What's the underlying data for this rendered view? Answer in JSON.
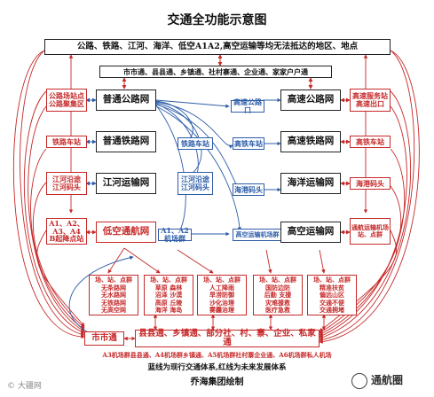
{
  "title": "交通全功能示意图",
  "top_banner": "公路、铁路、江河、海洋、低空A1A2,高空运输等均无法抵达的地区、地点",
  "sub_banner": "市市通、县县通、乡镇通、社村寨通、企业通、家家户户通",
  "left_side": {
    "road_station": "公路场站点",
    "road_hub": "公路聚集区",
    "rail_station": "铁路车站",
    "river_port1": "江河沿途",
    "river_port2": "江河码头",
    "lowair_a": "A1、A2、A3、A4",
    "lowair_b": "B起降点站"
  },
  "left_core": {
    "road": "普通公路网",
    "rail": "普通铁路网",
    "river": "江河运输网",
    "lowair": "低空通航网"
  },
  "middle": {
    "hw_entry": "高速公路口",
    "rail_station": "铁路车站",
    "hs_station": "高铁车站",
    "river_route": "江河沿途",
    "river_port": "江河码头",
    "sea_port": "海港码头",
    "a1a2": "A1、A2机场群",
    "hi_air": "高空运输机场群"
  },
  "right_core": {
    "highway": "高速公路网",
    "hsrail": "高速铁路网",
    "sea": "海洋运输网",
    "hiair": "高空运输网"
  },
  "right_side": {
    "service_area": "高速服务站",
    "exit": "高速出口",
    "hs_station": "高铁车站",
    "sea_port": "海港码头",
    "air_a": "通航运输机场",
    "air_b": "站、点群"
  },
  "bottom_cells": [
    [
      "场、站、点群",
      "无条路网",
      "无水路网",
      "无铁路网",
      "无高空网"
    ],
    [
      "场、站、点群",
      "草原  森林",
      "沼泽  沙漠",
      "高原  丘陵",
      "海洋  海岛"
    ],
    [
      "场、站、点群",
      "人工降雨",
      "旱涝防御",
      "沙化治理",
      "雾霾治理"
    ],
    [
      "场、站、点群",
      "国防边防",
      "后勤 支援",
      "灾难援救",
      "医疗急救"
    ],
    [
      "场、站、点群",
      "精准扶贫",
      "偏远山区",
      "交通不便",
      "交通拥堵"
    ]
  ],
  "bottom_bar": {
    "left": "市市通",
    "right": "县县通、乡镇通、部分社、村、寨、企业、私家通"
  },
  "notes": {
    "line1": "A3机场群县县通、A4机场群乡镇通、A5机场群社村寨企业通、A6机场群私人机场",
    "line2": "蓝线为现行交通体系,红线为未来发展体系",
    "credit": "乔海集团绘制"
  },
  "watermarks": {
    "left": "© 大疆网",
    "right": "通航圈"
  },
  "colors": {
    "red": "#c62828",
    "blue": "#2c5ca8",
    "black": "#222222"
  }
}
